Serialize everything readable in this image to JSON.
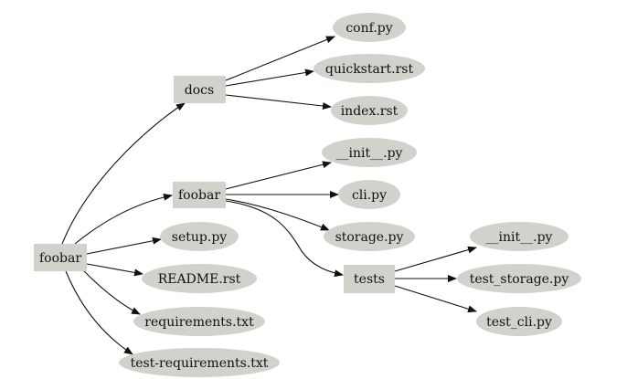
{
  "nodes": {
    "root": "foobar",
    "docs": "docs",
    "pkg": "foobar",
    "setup": "setup.py",
    "readme": "README.rst",
    "req": "requirements.txt",
    "testreq": "test-requirements.txt",
    "conf": "conf.py",
    "quickstart": "quickstart.rst",
    "index": "index.rst",
    "pkg_init": "__init__.py",
    "cli": "cli.py",
    "storage": "storage.py",
    "tests": "tests",
    "tests_init": "__init__.py",
    "test_storage": "test_storage.py",
    "test_cli": "test_cli.py"
  },
  "edges": [
    [
      "root",
      "docs"
    ],
    [
      "root",
      "pkg"
    ],
    [
      "root",
      "setup"
    ],
    [
      "root",
      "readme"
    ],
    [
      "root",
      "req"
    ],
    [
      "root",
      "testreq"
    ],
    [
      "docs",
      "conf"
    ],
    [
      "docs",
      "quickstart"
    ],
    [
      "docs",
      "index"
    ],
    [
      "pkg",
      "pkg_init"
    ],
    [
      "pkg",
      "cli"
    ],
    [
      "pkg",
      "storage"
    ],
    [
      "pkg",
      "tests"
    ],
    [
      "tests",
      "tests_init"
    ],
    [
      "tests",
      "test_storage"
    ],
    [
      "tests",
      "test_cli"
    ]
  ],
  "colors": {
    "node_fill": "#d3d1cb",
    "edge": "#111111",
    "text": "#111111"
  }
}
